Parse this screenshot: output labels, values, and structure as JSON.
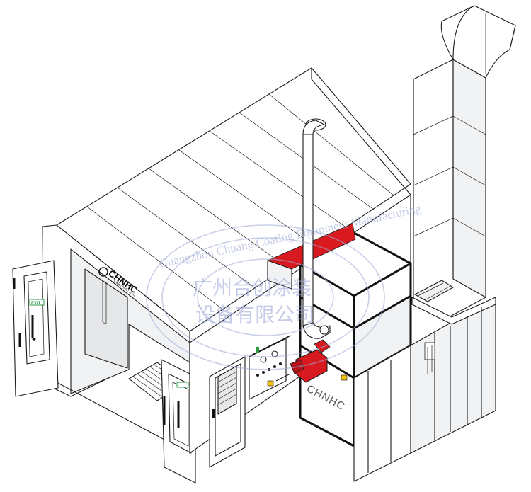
{
  "brand": {
    "logo_text": "CHNHC",
    "logo_url": "www.chnhc.com",
    "heater_brand": "CHNHC"
  },
  "signs": {
    "exit_sign": "EXIT"
  },
  "watermark": {
    "ring_text": "Guangzhou Chuang Coating Equipment Manufacturing",
    "cn_line1": "广州合创涂装",
    "cn_line2": "设备有限公司"
  },
  "colors": {
    "burner_red": "#d8191f",
    "outline": "#1a1a1a",
    "panel_white": "#ffffff",
    "watermark_blue": "#9ea9d6",
    "exit_green": "#2e9a48"
  }
}
